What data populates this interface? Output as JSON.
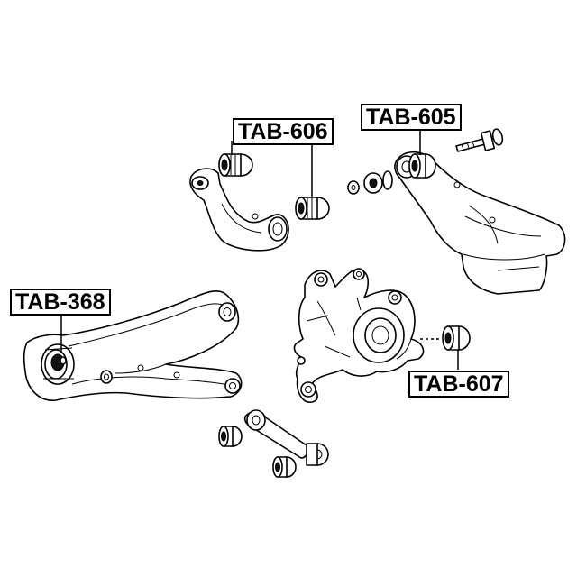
{
  "labels": {
    "tab606": "TAB-606",
    "tab605": "TAB-605",
    "tab368": "TAB-368",
    "tab607": "TAB-607"
  }
}
